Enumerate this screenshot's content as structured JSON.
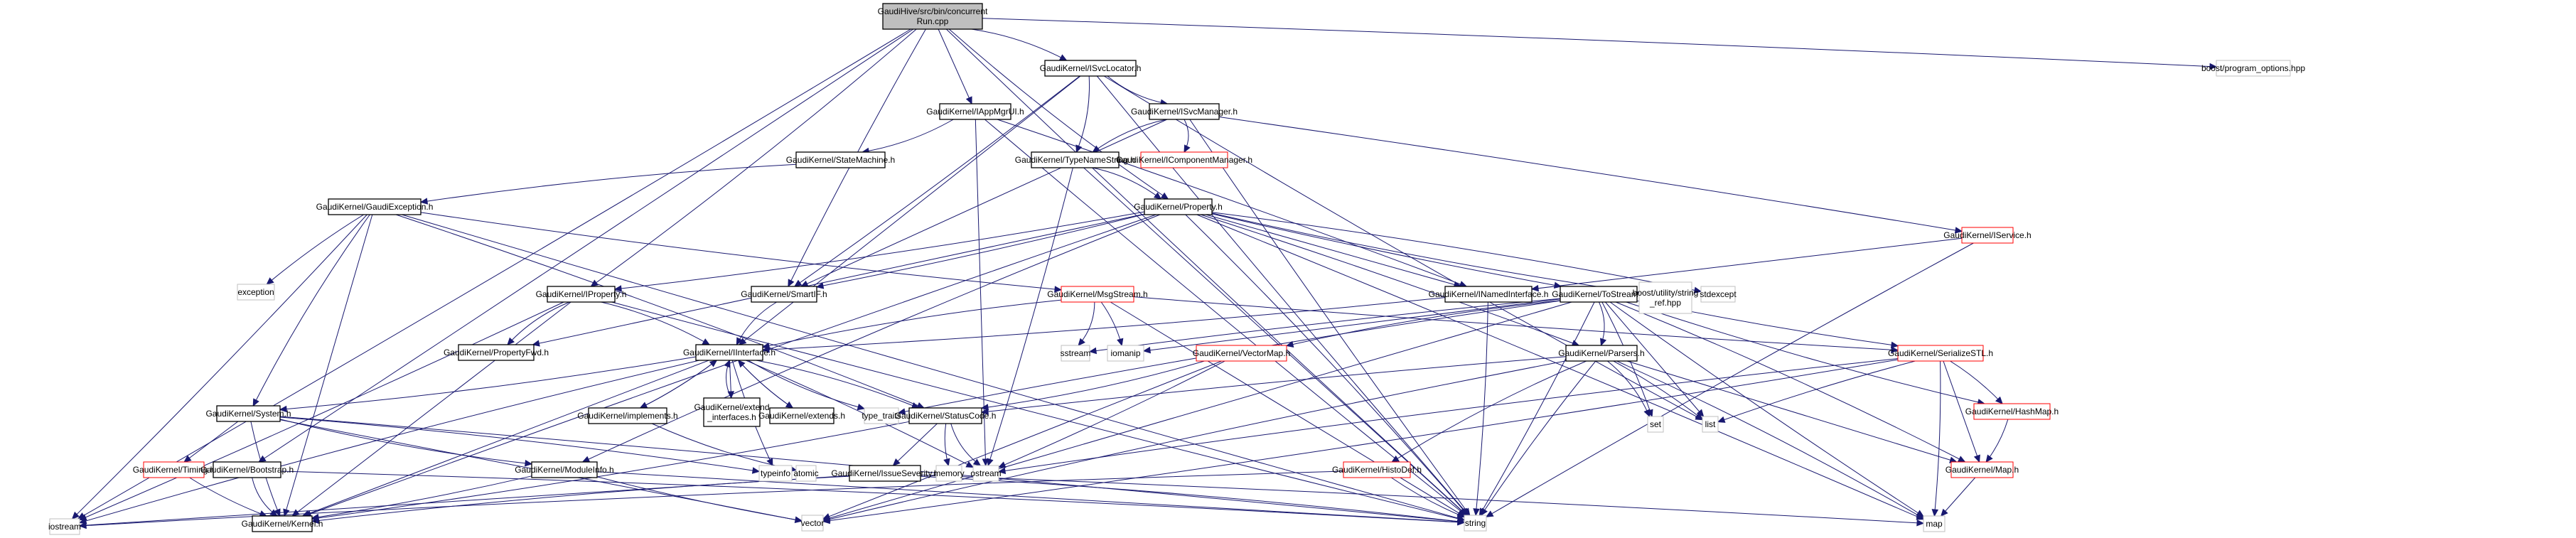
{
  "diagram": {
    "title": "Include dependency graph for concurrentRun.cpp",
    "colors": {
      "edge": "#191970",
      "root_fill": "#bfbfbf",
      "root_border": "#000000",
      "documented_border": "#000000",
      "truncated_border": "#ff0000",
      "external_border": "#bfbfbf",
      "node_fill": "#ffffff"
    },
    "nodes": [
      {
        "id": "root",
        "lines": [
          "GaudiHive/src/bin/concurrent",
          "Run.cpp"
        ],
        "kind": "root"
      },
      {
        "id": "isvclocator",
        "lines": [
          "GaudiKernel/ISvcLocator.h"
        ],
        "kind": "documented"
      },
      {
        "id": "boost_po",
        "lines": [
          "boost/program_options.hpp"
        ],
        "kind": "external"
      },
      {
        "id": "iappmgrui",
        "lines": [
          "GaudiKernel/IAppMgrUI.h"
        ],
        "kind": "documented"
      },
      {
        "id": "isvcmanager",
        "lines": [
          "GaudiKernel/ISvcManager.h"
        ],
        "kind": "documented"
      },
      {
        "id": "statemachine",
        "lines": [
          "GaudiKernel/StateMachine.h"
        ],
        "kind": "documented"
      },
      {
        "id": "typenamestring",
        "lines": [
          "GaudiKernel/TypeNameString.h"
        ],
        "kind": "documented"
      },
      {
        "id": "icomponentmanager",
        "lines": [
          "GaudiKernel/IComponentManager.h"
        ],
        "kind": "truncated"
      },
      {
        "id": "gaudiexception",
        "lines": [
          "GaudiKernel/GaudiException.h"
        ],
        "kind": "documented"
      },
      {
        "id": "property",
        "lines": [
          "GaudiKernel/Property.h"
        ],
        "kind": "documented"
      },
      {
        "id": "iservice",
        "lines": [
          "GaudiKernel/IService.h"
        ],
        "kind": "truncated"
      },
      {
        "id": "exception",
        "lines": [
          "exception"
        ],
        "kind": "external"
      },
      {
        "id": "iproperty",
        "lines": [
          "GaudiKernel/IProperty.h"
        ],
        "kind": "documented"
      },
      {
        "id": "smartif",
        "lines": [
          "GaudiKernel/SmartIF.h"
        ],
        "kind": "documented"
      },
      {
        "id": "msgstream",
        "lines": [
          "GaudiKernel/MsgStream.h"
        ],
        "kind": "truncated"
      },
      {
        "id": "inamedinterface",
        "lines": [
          "GaudiKernel/INamedInterface.h"
        ],
        "kind": "documented"
      },
      {
        "id": "tostream",
        "lines": [
          "GaudiKernel/ToStream.h"
        ],
        "kind": "documented"
      },
      {
        "id": "boost_stringref",
        "lines": [
          "boost/utility/string",
          "_ref.hpp"
        ],
        "kind": "external"
      },
      {
        "id": "stdexcept",
        "lines": [
          "stdexcept"
        ],
        "kind": "external"
      },
      {
        "id": "propertyfwd",
        "lines": [
          "GaudiKernel/PropertyFwd.h"
        ],
        "kind": "documented"
      },
      {
        "id": "iinterface",
        "lines": [
          "GaudiKernel/IInterface.h"
        ],
        "kind": "documented"
      },
      {
        "id": "sstream",
        "lines": [
          "sstream"
        ],
        "kind": "external"
      },
      {
        "id": "iomanip",
        "lines": [
          "iomanip"
        ],
        "kind": "external"
      },
      {
        "id": "vectormap",
        "lines": [
          "GaudiKernel/VectorMap.h"
        ],
        "kind": "truncated"
      },
      {
        "id": "parsers",
        "lines": [
          "GaudiKernel/Parsers.h"
        ],
        "kind": "documented"
      },
      {
        "id": "serializestl",
        "lines": [
          "GaudiKernel/SerializeSTL.h"
        ],
        "kind": "truncated"
      },
      {
        "id": "system",
        "lines": [
          "GaudiKernel/System.h"
        ],
        "kind": "documented"
      },
      {
        "id": "implements",
        "lines": [
          "GaudiKernel/implements.h"
        ],
        "kind": "documented"
      },
      {
        "id": "extend_interfaces",
        "lines": [
          "GaudiKernel/extend",
          "_interfaces.h"
        ],
        "kind": "documented"
      },
      {
        "id": "extends",
        "lines": [
          "GaudiKernel/extends.h"
        ],
        "kind": "documented"
      },
      {
        "id": "type_traits",
        "lines": [
          "type_traits"
        ],
        "kind": "external"
      },
      {
        "id": "statuscode",
        "lines": [
          "GaudiKernel/StatusCode.h"
        ],
        "kind": "documented"
      },
      {
        "id": "set",
        "lines": [
          "set"
        ],
        "kind": "external"
      },
      {
        "id": "list",
        "lines": [
          "list"
        ],
        "kind": "external"
      },
      {
        "id": "hashmap",
        "lines": [
          "GaudiKernel/HashMap.h"
        ],
        "kind": "truncated"
      },
      {
        "id": "timing",
        "lines": [
          "GaudiKernel/Timing.h"
        ],
        "kind": "truncated"
      },
      {
        "id": "bootstrap",
        "lines": [
          "GaudiKernel/Bootstrap.h"
        ],
        "kind": "documented"
      },
      {
        "id": "moduleinfo",
        "lines": [
          "GaudiKernel/ModuleInfo.h"
        ],
        "kind": "documented"
      },
      {
        "id": "typeinfo",
        "lines": [
          "typeinfo"
        ],
        "kind": "external"
      },
      {
        "id": "atomic",
        "lines": [
          "atomic"
        ],
        "kind": "external"
      },
      {
        "id": "issueseverity",
        "lines": [
          "GaudiKernel/IssueSeverity.h"
        ],
        "kind": "documented"
      },
      {
        "id": "memory",
        "lines": [
          "memory"
        ],
        "kind": "external"
      },
      {
        "id": "ostream",
        "lines": [
          "ostream"
        ],
        "kind": "external"
      },
      {
        "id": "histodef",
        "lines": [
          "GaudiKernel/HistoDef.h"
        ],
        "kind": "truncated"
      },
      {
        "id": "map_h",
        "lines": [
          "GaudiKernel/Map.h"
        ],
        "kind": "truncated"
      },
      {
        "id": "iostream",
        "lines": [
          "iostream"
        ],
        "kind": "external"
      },
      {
        "id": "kernel",
        "lines": [
          "GaudiKernel/Kernel.h"
        ],
        "kind": "documented"
      },
      {
        "id": "vector",
        "lines": [
          "vector"
        ],
        "kind": "external"
      },
      {
        "id": "string",
        "lines": [
          "string"
        ],
        "kind": "external"
      },
      {
        "id": "map",
        "lines": [
          "map"
        ],
        "kind": "external"
      }
    ],
    "edges": [
      [
        "root",
        "isvclocator"
      ],
      [
        "root",
        "boost_po"
      ],
      [
        "root",
        "iappmgrui"
      ],
      [
        "root",
        "smartif"
      ],
      [
        "root",
        "property"
      ],
      [
        "root",
        "iproperty"
      ],
      [
        "root",
        "iostream"
      ],
      [
        "root",
        "bootstrap"
      ],
      [
        "root",
        "string"
      ],
      [
        "isvclocator",
        "isvcmanager"
      ],
      [
        "isvclocator",
        "typenamestring"
      ],
      [
        "isvclocator",
        "smartif"
      ],
      [
        "isvclocator",
        "iinterface"
      ],
      [
        "isvclocator",
        "string"
      ],
      [
        "isvclocator",
        "list"
      ],
      [
        "iappmgrui",
        "statemachine"
      ],
      [
        "iappmgrui",
        "inamedinterface"
      ],
      [
        "iappmgrui",
        "ostream"
      ],
      [
        "iappmgrui",
        "string"
      ],
      [
        "isvcmanager",
        "typenamestring"
      ],
      [
        "isvcmanager",
        "icomponentmanager"
      ],
      [
        "isvcmanager",
        "iservice"
      ],
      [
        "isvcmanager",
        "smartif"
      ],
      [
        "isvcmanager",
        "string"
      ],
      [
        "statemachine",
        "gaudiexception"
      ],
      [
        "typenamestring",
        "property"
      ],
      [
        "typenamestring",
        "ostream"
      ],
      [
        "typenamestring",
        "string"
      ],
      [
        "gaudiexception",
        "exception"
      ],
      [
        "gaudiexception",
        "system"
      ],
      [
        "gaudiexception",
        "statuscode"
      ],
      [
        "gaudiexception",
        "iostream"
      ],
      [
        "gaudiexception",
        "kernel"
      ],
      [
        "gaudiexception",
        "string"
      ],
      [
        "gaudiexception",
        "msgstream"
      ],
      [
        "property",
        "iproperty"
      ],
      [
        "property",
        "smartif"
      ],
      [
        "property",
        "inamedinterface"
      ],
      [
        "property",
        "tostream"
      ],
      [
        "property",
        "boost_stringref"
      ],
      [
        "property",
        "stdexcept"
      ],
      [
        "property",
        "parsers"
      ],
      [
        "property",
        "propertyfwd"
      ],
      [
        "property",
        "kernel"
      ],
      [
        "property",
        "moduleinfo"
      ],
      [
        "property",
        "string"
      ],
      [
        "property",
        "map"
      ],
      [
        "iservice",
        "inamedinterface"
      ],
      [
        "iservice",
        "string"
      ],
      [
        "iproperty",
        "propertyfwd"
      ],
      [
        "iproperty",
        "iinterface"
      ],
      [
        "iproperty",
        "iostream"
      ],
      [
        "iproperty",
        "kernel"
      ],
      [
        "iproperty",
        "string"
      ],
      [
        "smartif",
        "iinterface"
      ],
      [
        "msgstream",
        "sstream"
      ],
      [
        "msgstream",
        "iomanip"
      ],
      [
        "msgstream",
        "string"
      ],
      [
        "msgstream",
        "serializestl"
      ],
      [
        "msgstream",
        "iinterface"
      ],
      [
        "inamedinterface",
        "iinterface"
      ],
      [
        "inamedinterface",
        "string"
      ],
      [
        "tostream",
        "iomanip"
      ],
      [
        "tostream",
        "sstream"
      ],
      [
        "tostream",
        "vectormap"
      ],
      [
        "tostream",
        "parsers"
      ],
      [
        "tostream",
        "set"
      ],
      [
        "tostream",
        "list"
      ],
      [
        "tostream",
        "serializestl"
      ],
      [
        "tostream",
        "hashmap"
      ],
      [
        "tostream",
        "map_h"
      ],
      [
        "tostream",
        "string"
      ],
      [
        "tostream",
        "vector"
      ],
      [
        "tostream",
        "map"
      ],
      [
        "tostream",
        "type_traits"
      ],
      [
        "iinterface",
        "system"
      ],
      [
        "iinterface",
        "implements"
      ],
      [
        "iinterface",
        "extend_interfaces"
      ],
      [
        "iinterface",
        "extends"
      ],
      [
        "iinterface",
        "type_traits"
      ],
      [
        "iinterface",
        "statuscode"
      ],
      [
        "iinterface",
        "ostream"
      ],
      [
        "iinterface",
        "kernel"
      ],
      [
        "iinterface",
        "typeinfo"
      ],
      [
        "iinterface",
        "iostream"
      ],
      [
        "vectormap",
        "statuscode"
      ],
      [
        "vectormap",
        "ostream"
      ],
      [
        "vectormap",
        "vector"
      ],
      [
        "parsers",
        "statuscode"
      ],
      [
        "parsers",
        "histodef"
      ],
      [
        "parsers",
        "set"
      ],
      [
        "parsers",
        "list"
      ],
      [
        "parsers",
        "map_h"
      ],
      [
        "parsers",
        "string"
      ],
      [
        "parsers",
        "vector"
      ],
      [
        "parsers",
        "map"
      ],
      [
        "serializestl",
        "hashmap"
      ],
      [
        "serializestl",
        "map_h"
      ],
      [
        "serializestl",
        "list"
      ],
      [
        "serializestl",
        "ostream"
      ],
      [
        "serializestl",
        "vector"
      ],
      [
        "serializestl",
        "map"
      ],
      [
        "system",
        "timing"
      ],
      [
        "system",
        "kernel"
      ],
      [
        "system",
        "moduleinfo"
      ],
      [
        "system",
        "typeinfo"
      ],
      [
        "system",
        "string"
      ],
      [
        "system",
        "vector"
      ],
      [
        "implements",
        "iinterface"
      ],
      [
        "implements",
        "atomic"
      ],
      [
        "extend_interfaces",
        "iinterface"
      ],
      [
        "extends",
        "iinterface"
      ],
      [
        "statuscode",
        "issueseverity"
      ],
      [
        "statuscode",
        "memory"
      ],
      [
        "statuscode",
        "ostream"
      ],
      [
        "statuscode",
        "kernel"
      ],
      [
        "hashmap",
        "map_h"
      ],
      [
        "map_h",
        "map"
      ],
      [
        "timing",
        "kernel"
      ],
      [
        "bootstrap",
        "kernel"
      ],
      [
        "bootstrap",
        "string"
      ],
      [
        "moduleinfo",
        "kernel"
      ],
      [
        "moduleinfo",
        "string"
      ],
      [
        "moduleinfo",
        "vector"
      ],
      [
        "issueseverity",
        "kernel"
      ],
      [
        "issueseverity",
        "string"
      ],
      [
        "issueseverity",
        "map"
      ],
      [
        "issueseverity",
        "iostream"
      ],
      [
        "histodef",
        "string"
      ],
      [
        "histodef",
        "iostream"
      ]
    ]
  }
}
